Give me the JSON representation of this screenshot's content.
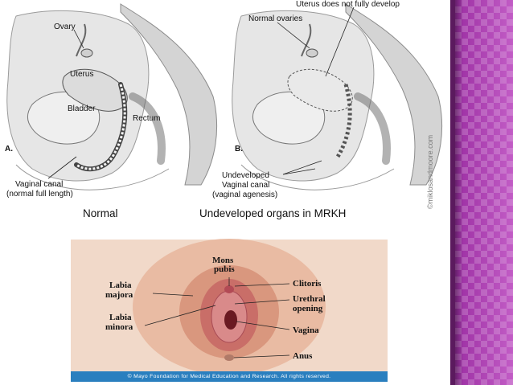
{
  "diagram": {
    "panel_a": {
      "marker": "A.",
      "labels": {
        "ovary": "Ovary",
        "uterus": "Uterus",
        "bladder": "Bladder",
        "rectum": "Rectum",
        "vaginal_canal_line1": "Vaginal canal",
        "vaginal_canal_line2": "(normal full length)"
      },
      "caption": "Normal"
    },
    "panel_b": {
      "marker": "B.",
      "labels": {
        "uterus_note": "Uterus does not fully develop",
        "normal_ovaries": "Normal ovaries",
        "undeveloped_line1": "Undeveloped",
        "undeveloped_line2": "Vaginal canal",
        "undeveloped_line3": "(vaginal agenesis)"
      },
      "caption": "Undeveloped organs in MRKH"
    },
    "watermark": "©miklosandmoore.com"
  },
  "external_anatomy": {
    "labels": {
      "mons_line1": "Mons",
      "mons_line2": "pubis",
      "labia_majora_line1": "Labia",
      "labia_majora_line2": "majora",
      "labia_minora_line1": "Labia",
      "labia_minora_line2": "minora",
      "clitoris": "Clitoris",
      "urethral_line1": "Urethral",
      "urethral_line2": "opening",
      "vagina": "Vagina",
      "anus": "Anus"
    },
    "copyright": "© Mayo Foundation for Medical Education and Research. All rights reserved."
  },
  "colors": {
    "sidebar": "#a93fae",
    "illustration_bg": "#f1d9c9",
    "copyright_bar": "#2a7fbf"
  }
}
